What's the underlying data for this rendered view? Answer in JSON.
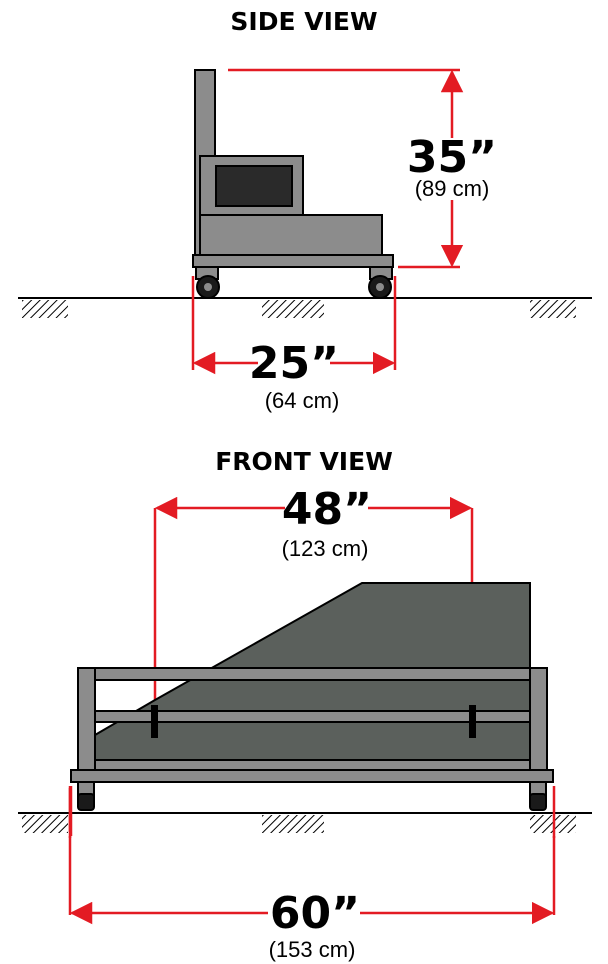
{
  "side_view": {
    "title": "SIDE VIEW",
    "height_imperial": "35”",
    "height_metric": "(89 cm)",
    "depth_imperial": "25”",
    "depth_metric": "(64 cm)"
  },
  "front_view": {
    "title": "FRONT VIEW",
    "inner_width_imperial": "48”",
    "inner_width_metric": "(123 cm)",
    "overall_width_imperial": "60”",
    "overall_width_metric": "(153 cm)"
  },
  "colors": {
    "dimension_line": "#e31b23",
    "frame_gray": "#8c8c8c",
    "panel_dark": "#5b605c",
    "ink": "#000000"
  }
}
